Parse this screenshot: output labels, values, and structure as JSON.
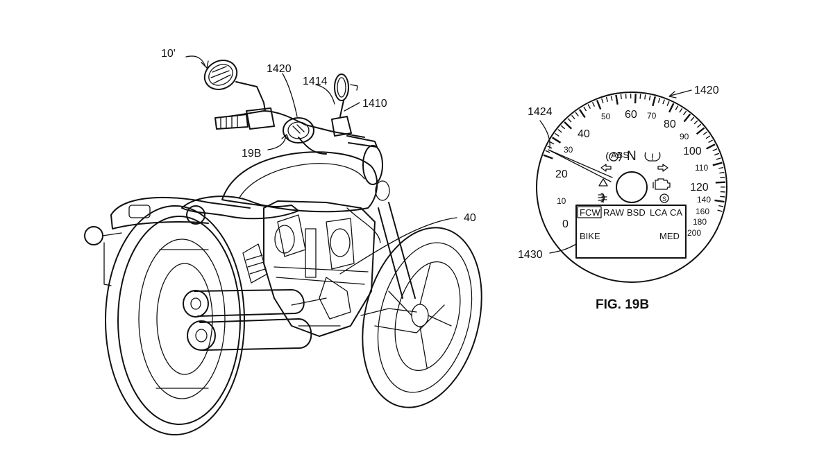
{
  "labels": {
    "vehicle": "10'",
    "display_ref": "1420",
    "mirror_ref": "1414",
    "switch_ref": "1410",
    "detail_callout": "19B",
    "engine_ref": "40",
    "gauge_ref": "1420",
    "needle_ref": "1424",
    "screen_ref": "1430",
    "figure_caption": "FIG. 19B"
  },
  "speedometer": {
    "tick_labels": [
      "0",
      "10",
      "20",
      "30",
      "40",
      "50",
      "60",
      "70",
      "80",
      "90",
      "100",
      "110",
      "120",
      "140",
      "160",
      "180",
      "200"
    ],
    "gear": "N",
    "abs_label": "ABS",
    "indicator_icons": [
      "abs-icon",
      "tire-pressure-icon",
      "left-turn-icon",
      "right-turn-icon",
      "warning-triangle-icon",
      "check-engine-icon",
      "fog-light-icon",
      "stability-icon"
    ],
    "stability_symbol": "S",
    "needle_value": 29,
    "screen": {
      "modes": [
        "FCW",
        "RAW",
        "BSD",
        "LCA",
        "CA"
      ],
      "selected_mode": "FCW",
      "left_status": "BIKE",
      "right_status": "MED"
    }
  }
}
